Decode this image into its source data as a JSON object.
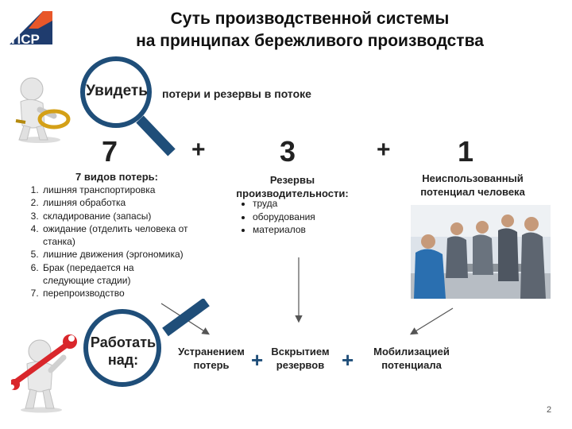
{
  "title": {
    "line1": "Суть производственной системы",
    "line2": "на принципах бережливого производства"
  },
  "logo": {
    "text": "ПСР",
    "colors": {
      "navy": "#1f3c6e",
      "orange": "#e8572a"
    }
  },
  "see": {
    "label": "Увидеть",
    "tail": "потери и резервы в потоке"
  },
  "formula": {
    "num1": "7",
    "plus1": "+",
    "num2": "3",
    "plus2": "+",
    "num3": "1"
  },
  "losses": {
    "heading": "7 видов потерь:",
    "items": [
      "лишняя транспортировка",
      "лишняя обработка",
      "складирование (запасы)",
      "ожидание (отделить человека от станка)",
      "лишние движения (эргономика)",
      "Брак (передается на следующие стадии)",
      "перепроизводство"
    ]
  },
  "reserves": {
    "heading": "Резервы производительности:",
    "items": [
      "труда",
      "оборудования",
      "материалов"
    ]
  },
  "people": {
    "heading": "Неиспользованный потенциал человека"
  },
  "work": {
    "label": "Работать над:"
  },
  "bottom": {
    "elimination": "Устранением потерь",
    "plus1": "+",
    "uncovering": "Вскрытием резервов",
    "plus2": "+",
    "mobilization": "Мобилизацией потенциала"
  },
  "page_number": "2",
  "colors": {
    "lens_ring": "#1f4e79",
    "handle": "#1f4e79",
    "arrow": "#555555",
    "wrench": "#d9262b",
    "magnifier_gold": "#d4a017",
    "uniform": "#2a6fb0"
  },
  "icons": [
    "magnifier-figure-icon",
    "wrench-figure-icon",
    "workers-photo"
  ]
}
